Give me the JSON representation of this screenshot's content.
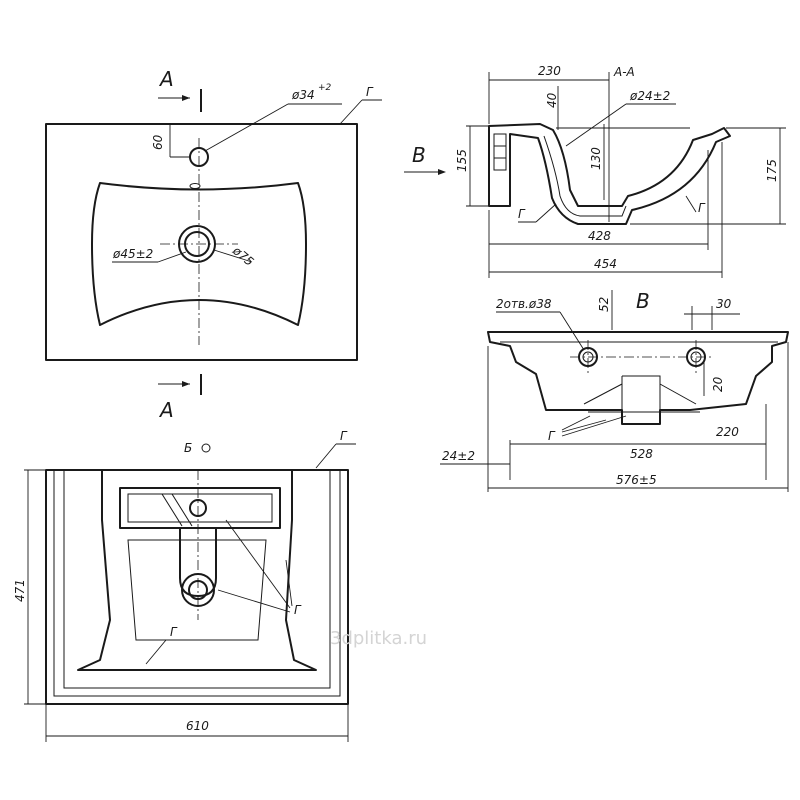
{
  "section_marks": {
    "top": "А",
    "bottom": "А"
  },
  "top_view": {
    "overflow_dist": "60",
    "tap_hole": "ø34",
    "tap_hole_tol": "+2",
    "drain_hole": "ø45±2",
    "drain_outer": "ø75",
    "surface_mark": "Г"
  },
  "section_aa": {
    "title": "А-А",
    "view_mark": "В",
    "dim_230": "230",
    "dim_40": "40",
    "dim_drain": "ø24±2",
    "dim_130": "130",
    "dim_155": "155",
    "dim_175": "175",
    "dim_428": "428",
    "dim_454": "454",
    "surface_mark": "Г"
  },
  "view_b": {
    "title": "В",
    "holes": "2отв.ø38",
    "dim_52": "52",
    "dim_30": "30",
    "dim_20": "20",
    "dim_528": "528",
    "dim_220": "220",
    "dim_24": "24±2",
    "dim_576": "576±5",
    "surface_mark": "Г"
  },
  "bottom_view": {
    "mark_b": "Б",
    "dim_471": "471",
    "dim_610": "610",
    "surface_mark": "Г"
  },
  "watermark": "3dplitka.ru"
}
